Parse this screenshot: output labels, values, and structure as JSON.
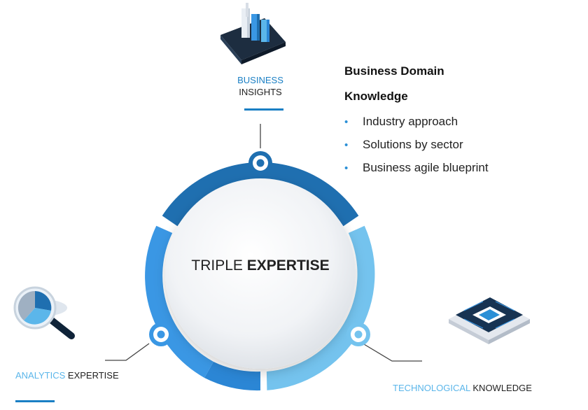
{
  "center": {
    "title_light": "TRIPLE",
    "title_bold": "EXPERTISE"
  },
  "business_insights": {
    "line1": "BUSINESS",
    "line2": "INSIGHTS",
    "icon": "bar-chart-3d-icon"
  },
  "business_domain": {
    "title_line1": "Business Domain",
    "title_line2": "Knowledge",
    "bullets": [
      "Industry approach",
      "Solutions by sector",
      "Business agile blueprint"
    ]
  },
  "analytics": {
    "accent": "ANALYTICS",
    "rest": "EXPERTISE",
    "icon": "magnifier-chart-icon"
  },
  "technological": {
    "accent": "TECHNOLOGICAL",
    "rest": "KNOWLEDGE",
    "icon": "circuit-chip-icon"
  },
  "colors": {
    "segment_top": "#1f6fb0",
    "segment_left": "#3a97e4",
    "segment_right": "#74c3ee",
    "segment_bottom": "#2b86d5",
    "accent": "#1a7fc4",
    "accent_light": "#5bb6ea"
  }
}
